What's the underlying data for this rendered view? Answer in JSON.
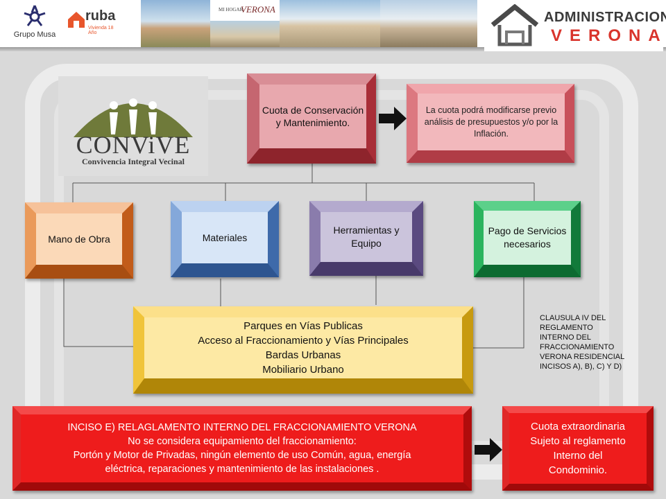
{
  "header": {
    "grupo_musa": "Grupo Musa",
    "ruba": "ruba",
    "ruba_tag": "Vivienda 18 Año",
    "mi_hogar": "MI HOGAR",
    "verona_script": "VERONA",
    "admin_top": "ADMINISTRACION",
    "admin_bottom": "VERONA"
  },
  "convive": {
    "name": "CONViVE",
    "tagline": "Convivencia Integral Vecinal"
  },
  "diagram": {
    "top": "Cuota de Conservación y Mantenimiento.",
    "modify": "La cuota podrá modificarse previo análisis de presupuestos y/o por la Inflación.",
    "mano": "Mano de Obra",
    "materiales": "Materiales",
    "herramientas": "Herramientas y Equipo",
    "pago": "Pago de Servicios necesarios",
    "areas": [
      "Parques en Vías Publicas",
      "Acceso al Fraccionamiento y Vías Principales",
      "Bardas Urbanas",
      "Mobiliario Urbano"
    ],
    "note": [
      "CLAUSULA IV DEL",
      "REGLAMENTO",
      "INTERNO DEL",
      "FRACCIONAMIENTO",
      "VERONA RESIDENCIAL",
      "INCISOS A), B), C) Y D)"
    ],
    "inciso": [
      "INCISO E) RELAGLAMENTO INTERNO DEL FRACCIONAMIENTO VERONA",
      "No se considera equipamiento del fraccionamiento:",
      "Portón y Motor de Privadas, ningún elemento de uso Común, agua, energía",
      "eléctrica, reparaciones y mantenimiento de las instalaciones ."
    ],
    "extra": [
      "Cuota extraordinaria",
      "Sujeto al reglamento",
      "Interno del",
      "Condominio."
    ]
  },
  "colors": {
    "red_box": "#c0404a",
    "pink_box": "#d8646e",
    "orange_box": "#e88a3c",
    "blue_box": "#6e9ad6",
    "purple_box": "#7a6a9e",
    "green_box": "#27b45a",
    "yellow_box": "#f6c92c",
    "bright_red": "#e81818"
  }
}
